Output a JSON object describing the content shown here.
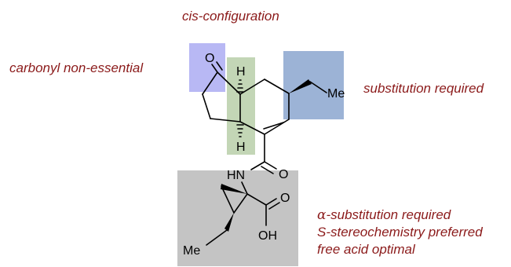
{
  "annotations": {
    "cis": "cis-configuration",
    "carbonyl": "carbonyl non-essential",
    "substitution": "substitution required",
    "alpha_symbol": "α",
    "alpha_rest": "-substitution required",
    "stereo": "S-stereochemistry preferred",
    "acid": "free acid optimal"
  },
  "atoms": {
    "ketone_o": "O",
    "h_top": "H",
    "h_bottom": "H",
    "me_right": "Me",
    "amide_n": "HN",
    "amide_o": "O",
    "acid_o": "O",
    "acid_oh": "OH",
    "me_bottom": "Me"
  },
  "colors": {
    "annotation_text": "#8b1a1a",
    "carbonyl_box": "#b8b8f4",
    "cis_box": "#c3d6b6",
    "substitution_box": "#9cb3d6",
    "acid_box": "#c4c4c4"
  }
}
